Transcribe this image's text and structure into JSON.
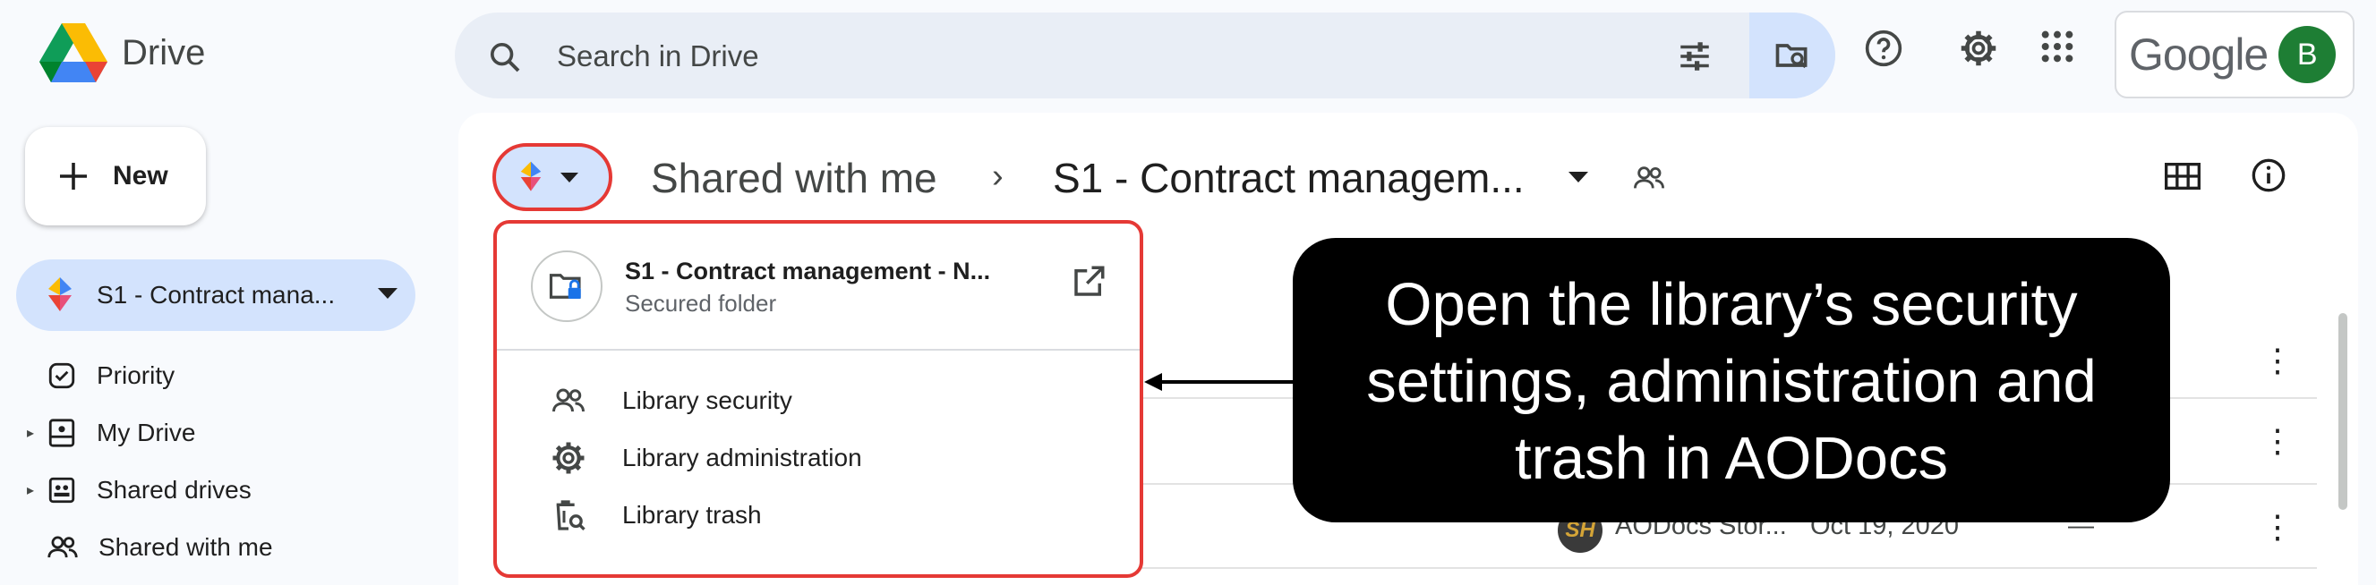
{
  "header": {
    "app_name": "Drive",
    "search_placeholder": "Search in Drive",
    "account_brand": "Google",
    "avatar_initial": "B"
  },
  "sidebar": {
    "new_label": "New",
    "selected_drive": "S1 - Contract mana...",
    "items": [
      {
        "label": "Priority",
        "expandable": false,
        "icon": "priority-icon"
      },
      {
        "label": "My Drive",
        "expandable": true,
        "icon": "my-drive-icon"
      },
      {
        "label": "Shared drives",
        "expandable": true,
        "icon": "shared-drives-icon"
      },
      {
        "label": "Shared with me",
        "expandable": false,
        "icon": "shared-with-me-icon"
      }
    ]
  },
  "breadcrumb": {
    "parent": "Shared with me",
    "separator": "›",
    "current": "S1 - Contract managem..."
  },
  "popup": {
    "folder_title": "S1 - Contract management - N...",
    "folder_subtitle": "Secured folder",
    "items": [
      {
        "label": "Library security",
        "icon": "people-icon"
      },
      {
        "label": "Library administration",
        "icon": "gear-icon"
      },
      {
        "label": "Library trash",
        "icon": "trash-search-icon"
      }
    ]
  },
  "file_row": {
    "owner_initials": "SH",
    "owner": "AODocs Stor...",
    "date": "Oct 19, 2020",
    "size": "—"
  },
  "callout": {
    "text": "Open the library’s security settings, administration and trash in AODocs"
  },
  "colors": {
    "highlight_border": "#e53935",
    "selected_bg": "#d3e3fd",
    "search_bg": "#e9eef6",
    "avatar_bg": "#1e7e34"
  }
}
